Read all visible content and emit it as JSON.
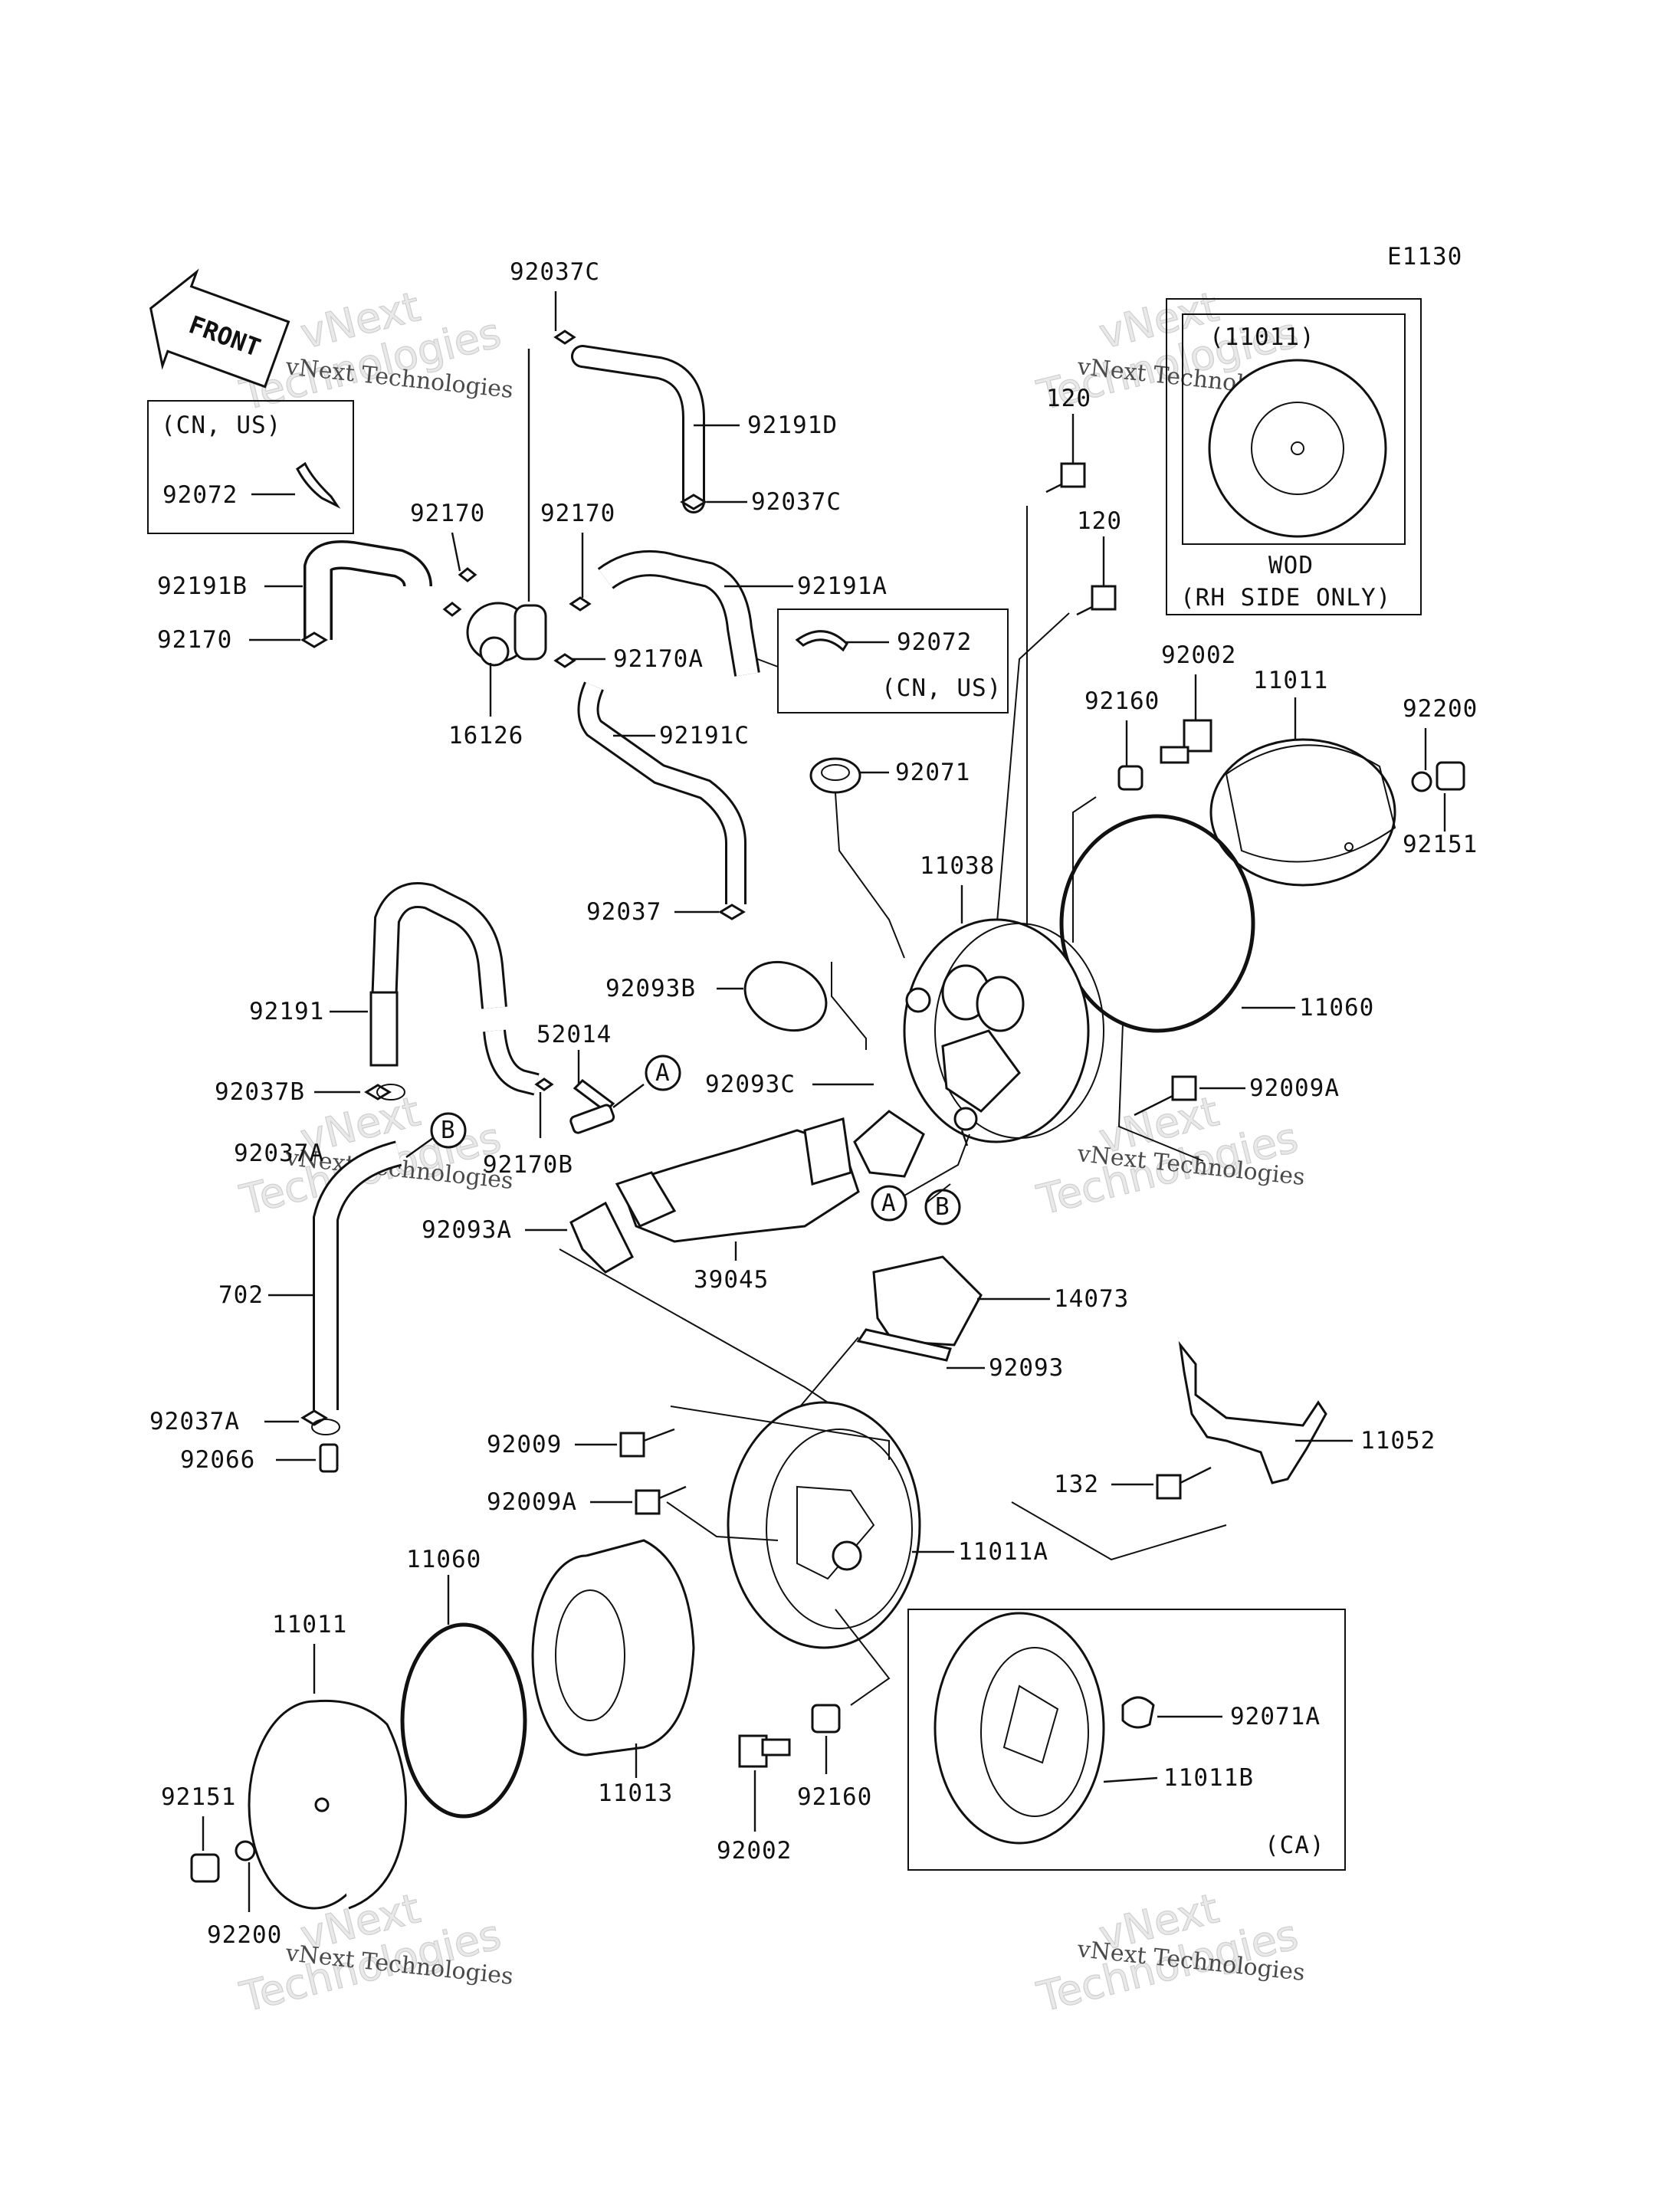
{
  "diagram_code": "E1130",
  "front_label": "FRONT",
  "watermark": {
    "line1": "vNext Technologies",
    "line2": "vNext",
    "line3": "Technologies"
  },
  "inset_boxes": {
    "cn_us_top": "(CN, US)",
    "cn_us_mid": "(CN, US)",
    "wod_header": "(11011)",
    "wod_label": "WOD",
    "wod_note": "(RH SIDE ONLY)",
    "ca": "(CA)"
  },
  "part_numbers": {
    "p92037C_top": "92037C",
    "p92191D": "92191D",
    "p92037C_mid": "92037C",
    "p92072_top": "92072",
    "p92170_a": "92170",
    "p92170_b": "92170",
    "p92191B": "92191B",
    "p92191A": "92191A",
    "p92170_c": "92170",
    "p92170A": "92170A",
    "p16126": "16126",
    "p92191C": "92191C",
    "p92072_mid": "92072",
    "p92071": "92071",
    "p92037": "92037",
    "p120_a": "120",
    "p120_b": "120",
    "p92002_top": "92002",
    "p11011_top": "11011",
    "p92160_top": "92160",
    "p92200_top": "92200",
    "p92151_top": "92151",
    "p11038": "11038",
    "p92093B": "92093B",
    "p11060_top": "11060",
    "p92191": "92191",
    "p52014": "52014",
    "p92037B": "92037B",
    "p92093C": "92093C",
    "p92009A_top": "92009A",
    "p92037A_ghost": "92037A",
    "p92170B": "92170B",
    "p92093A": "92093A",
    "p39045": "39045",
    "p702": "702",
    "p14073": "14073",
    "p92093": "92093",
    "p92037A": "92037A",
    "p92009": "92009",
    "p11052": "11052",
    "p92066": "92066",
    "p132": "132",
    "p92009A_mid": "92009A",
    "p11060_bottom": "11060",
    "p11011A": "11011A",
    "p11011_bottom": "11011",
    "p92071A": "92071A",
    "p11013": "11013",
    "p11011B": "11011B",
    "p92160_bottom": "92160",
    "p92151_bottom": "92151",
    "p92002_bottom": "92002",
    "p92200_bottom": "92200"
  },
  "callouts": {
    "A1": "A",
    "B1": "B",
    "A2": "A",
    "B2": "B"
  }
}
